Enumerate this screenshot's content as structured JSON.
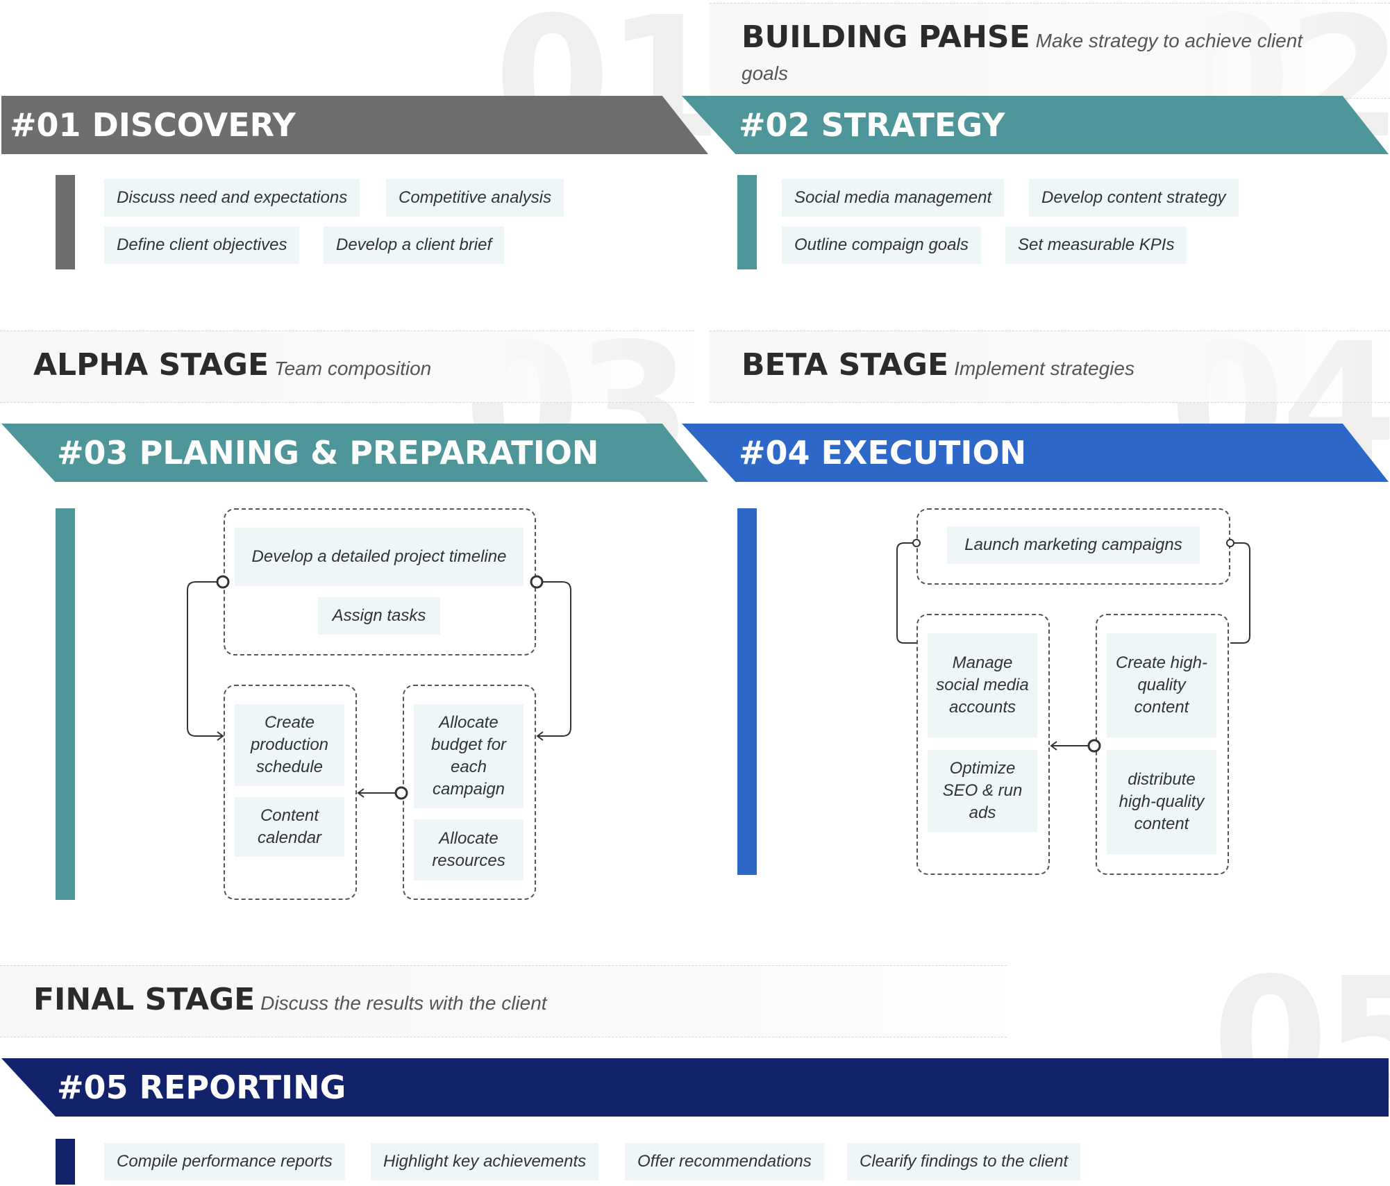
{
  "colors": {
    "discovery": "#6e6e6e",
    "strategy": "#4e969a",
    "execution": "#2d67c8",
    "reporting": "#13236b",
    "chip_bg": "#eef6f7"
  },
  "numbers": [
    "01",
    "02",
    "03",
    "04",
    "05"
  ],
  "stage2": {
    "title": "BUILDING PAHSE",
    "subtitle_line1": "Make strategy to achieve client",
    "subtitle_line2": "goals"
  },
  "stage3": {
    "title": "ALPHA STAGE",
    "subtitle": "Team composition"
  },
  "stage4": {
    "title": "BETA STAGE",
    "subtitle": "Implement strategies"
  },
  "stage5": {
    "title": "FINAL STAGE",
    "subtitle": "Discuss the results with the client"
  },
  "phases": {
    "p1": {
      "label": "#01 DISCOVERY",
      "items": [
        "Discuss need and expectations",
        "Competitive analysis",
        "Define client objectives",
        "Develop a client brief"
      ]
    },
    "p2": {
      "label": "#02 STRATEGY",
      "items": [
        "Social media management",
        "Develop content strategy",
        "Outline compaign goals",
        "Set measurable KPIs"
      ]
    },
    "p3": {
      "label": "#03 PLANING & PREPARATION",
      "top": [
        "Develop a detailed project timeline",
        "Assign tasks"
      ],
      "left": [
        "Create production schedule",
        "Content calendar"
      ],
      "right": [
        "Allocate budget for each campaign",
        "Allocate resources"
      ]
    },
    "p4": {
      "label": "#04 EXECUTION",
      "top": "Launch marketing campaigns",
      "left": [
        "Manage social media accounts",
        "Optimize SEO & run ads"
      ],
      "right": [
        "Create high-quality content",
        "distribute high-quality content"
      ]
    },
    "p5": {
      "label": "#05 REPORTING",
      "items": [
        "Compile performance reports",
        "Highlight key achievements",
        "Offer recommendations",
        "Clearify findings to the client"
      ]
    }
  }
}
